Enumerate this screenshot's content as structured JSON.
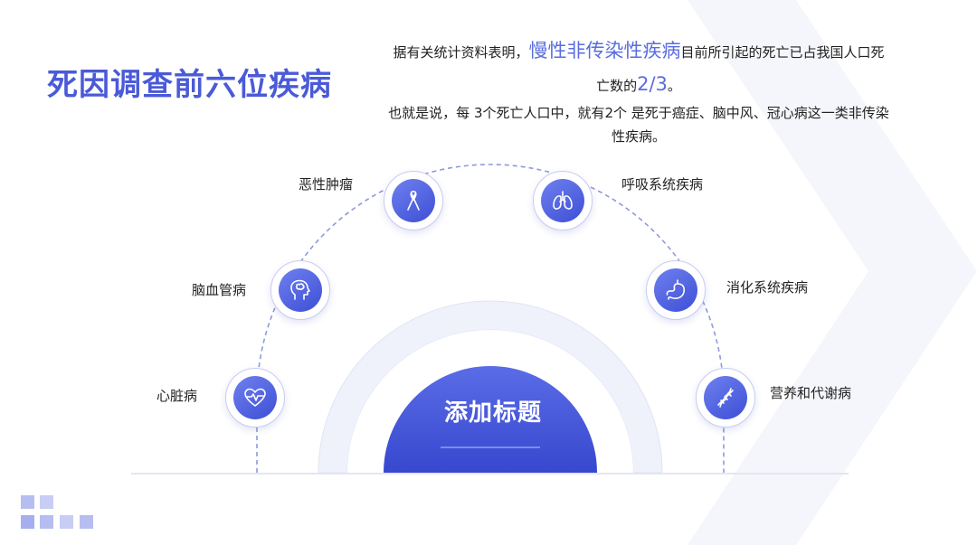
{
  "title": "死因调查前六位疾病",
  "description": {
    "line1_prefix": "据有关统计资料表明，",
    "line1_highlight": "慢性非传染性疾病",
    "line1_suffix": "目前所引起的死亡已占我国人口死",
    "line2_prefix": "亡数的",
    "line2_highlight": "2/3",
    "line2_suffix": "。",
    "line3": "也就是说，每 3个死亡人口中，就有2个 是死于癌症、脑中风、冠心病这一类非传染",
    "line4": "性疾病。"
  },
  "center_label": "添加标题",
  "nodes": [
    {
      "label": "心脏病",
      "icon": "heart-icon"
    },
    {
      "label": "脑血管病",
      "icon": "brain-head-icon"
    },
    {
      "label": "恶性肿瘤",
      "icon": "ribbon-icon"
    },
    {
      "label": "呼吸系统疾病",
      "icon": "lungs-icon"
    },
    {
      "label": "消化系统疾病",
      "icon": "stomach-icon"
    },
    {
      "label": "营养和代谢病",
      "icon": "dna-icon"
    }
  ],
  "colors": {
    "accent": "#4a5ad8",
    "highlight": "#5a6ddf",
    "node_gradient_start": "#6f80ef",
    "node_gradient_end": "#3d4fd6",
    "dashed_arc": "#8f99dd",
    "soft_ring": "#eef0fb"
  }
}
